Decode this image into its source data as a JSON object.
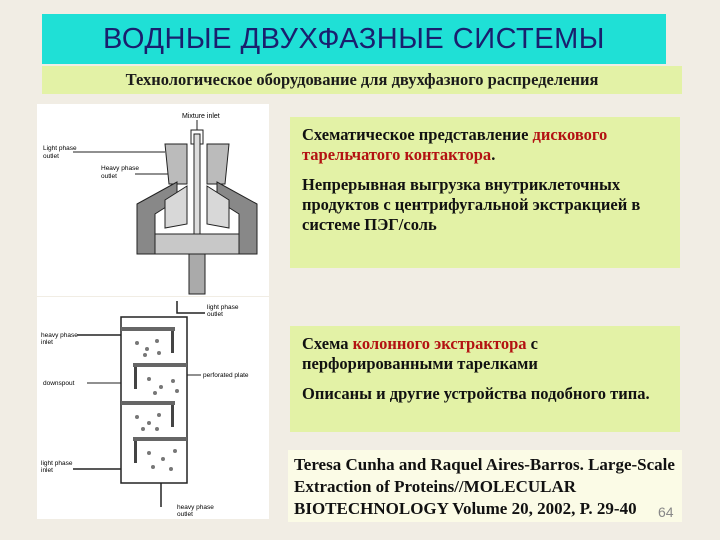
{
  "header": {
    "title": "ВОДНЫЕ ДВУХФАЗНЫЕ СИСТЕМЫ",
    "subtitle": "Технологическое оборудование для двухфазного распределения"
  },
  "figure_top": {
    "label_mixture_inlet": "Mixture inlet",
    "label_light_phase": "Light phase",
    "label_light_outlet": "outlet",
    "label_heavy_phase": "Heavy phase",
    "label_heavy_outlet": "outlet"
  },
  "figure_bottom": {
    "label_light_outlet_1": "light phase",
    "label_light_outlet_2": "outlet",
    "label_heavy_inlet_1": "heavy phase",
    "label_heavy_inlet_2": "inlet",
    "label_perforated": "perforated plate",
    "label_downspout": "downspout",
    "label_light_inlet_1": "light phase",
    "label_light_inlet_2": "inlet",
    "label_heavy_outlet_1": "heavy phase",
    "label_heavy_outlet_2": "outlet"
  },
  "box_top": {
    "p1_before": "Схематическое представление ",
    "p1_red": "дискового тарельчатого контактора",
    "p1_after": ".",
    "p2": "Непрерывная выгрузка внутриклеточных продуктов с центрифугальной экстракцией в системе ПЭГ/соль"
  },
  "box_mid": {
    "p1_before": "Схема ",
    "p1_red": "колонного экстрактора",
    "p1_after": " с перфорированными тарелками",
    "p2": "Описаны и другие устройства подобного типа."
  },
  "reference": "Teresa Cunha and Raquel Aires-Barros. Large-Scale Extraction of Proteins//MOLECULAR BIOTECHNOLOGY Volume 20, 2002, P. 29-40",
  "page_number": "64",
  "colors": {
    "title_bg": "#1fe0d6",
    "title_text": "#1a1f6e",
    "box_bg": "#e3f2a6",
    "highlight": "#b31212"
  }
}
